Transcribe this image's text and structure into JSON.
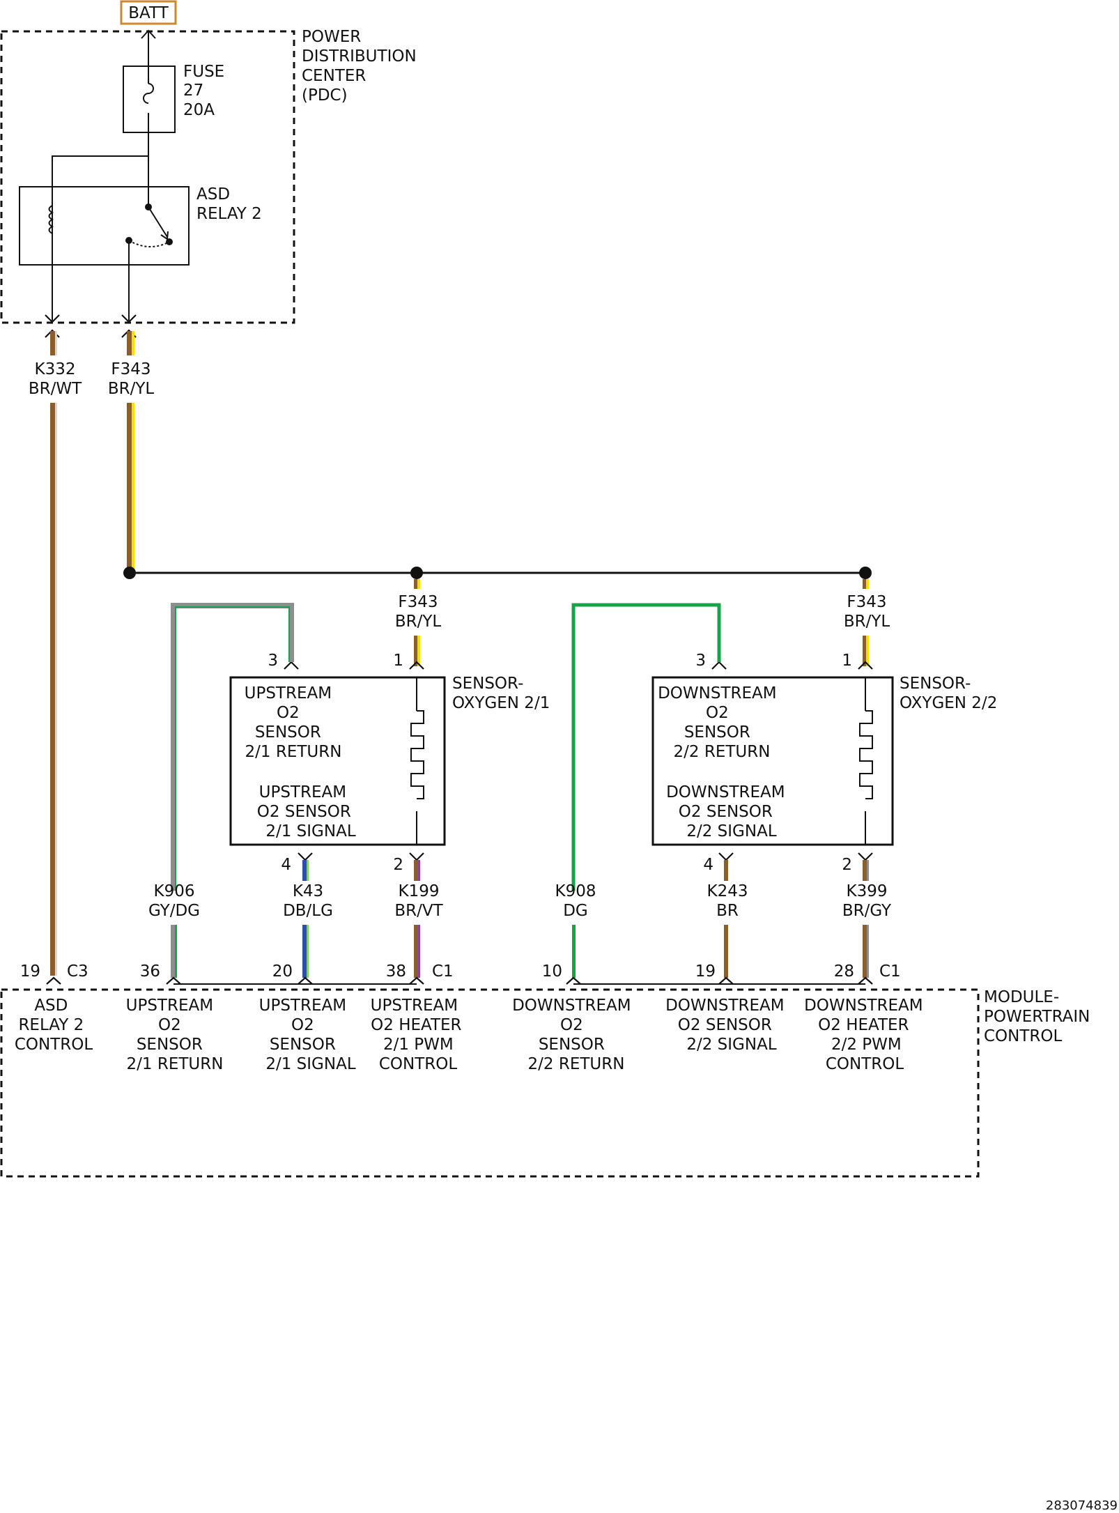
{
  "batt": "BATT",
  "pdc": {
    "title": [
      "POWER",
      "DISTRIBUTION",
      "CENTER",
      "(PDC)"
    ],
    "fuse": [
      "FUSE",
      "27",
      "20A"
    ],
    "relay": [
      "ASD",
      "RELAY 2"
    ]
  },
  "wires": {
    "k332": {
      "circuit": "K332",
      "color": "BR/WT"
    },
    "f343_main": {
      "circuit": "F343",
      "color": "BR/YL"
    },
    "f343_s21": {
      "circuit": "F343",
      "color": "BR/YL"
    },
    "f343_s22": {
      "circuit": "F343",
      "color": "BR/YL"
    },
    "k906": {
      "circuit": "K906",
      "color": "GY/DG"
    },
    "k43": {
      "circuit": "K43",
      "color": "DB/LG"
    },
    "k199": {
      "circuit": "K199",
      "color": "BR/VT"
    },
    "k908": {
      "circuit": "K908",
      "color": "DG"
    },
    "k243": {
      "circuit": "K243",
      "color": "BR"
    },
    "k399": {
      "circuit": "K399",
      "color": "BR/GY"
    }
  },
  "sensor21": {
    "name": [
      "SENSOR-",
      "OXYGEN 2/1"
    ],
    "return": [
      "UPSTREAM",
      "O2",
      "SENSOR",
      "2/1 RETURN"
    ],
    "signal": [
      "UPSTREAM",
      "O2 SENSOR",
      "2/1 SIGNAL"
    ],
    "pins": {
      "p3": "3",
      "p1": "1",
      "p4": "4",
      "p2": "2"
    }
  },
  "sensor22": {
    "name": [
      "SENSOR-",
      "OXYGEN 2/2"
    ],
    "return": [
      "DOWNSTREAM",
      "O2",
      "SENSOR",
      "2/2 RETURN"
    ],
    "signal": [
      "DOWNSTREAM",
      "O2 SENSOR",
      "2/2 SIGNAL"
    ],
    "pins": {
      "p3": "3",
      "p1": "1",
      "p4": "4",
      "p2": "2"
    }
  },
  "pcm": {
    "title": [
      "MODULE-",
      "POWERTRAIN",
      "CONTROL"
    ],
    "connectors": {
      "c3": "C3",
      "c1a": "C1",
      "c1b": "C1"
    },
    "pins": {
      "p19a": "19",
      "p36": "36",
      "p20": "20",
      "p38": "38",
      "p10": "10",
      "p19b": "19",
      "p28": "28"
    },
    "functions": {
      "asd": [
        "ASD",
        "RELAY 2",
        "CONTROL"
      ],
      "up_return": [
        "UPSTREAM",
        "O2",
        "SENSOR",
        "2/1 RETURN"
      ],
      "up_signal": [
        "UPSTREAM",
        "O2",
        "SENSOR",
        "2/1 SIGNAL"
      ],
      "up_heater": [
        "UPSTREAM",
        "O2 HEATER",
        "2/1 PWM",
        "CONTROL"
      ],
      "dn_return": [
        "DOWNSTREAM",
        "O2",
        "SENSOR",
        "2/2 RETURN"
      ],
      "dn_signal": [
        "DOWNSTREAM",
        "O2 SENSOR",
        "2/2 SIGNAL"
      ],
      "dn_heater": [
        "DOWNSTREAM",
        "O2 HEATER",
        "2/2 PWM",
        "CONTROL"
      ]
    }
  },
  "doc_id": "283074839",
  "colors": {
    "brown": "#8b5e2b",
    "yellow": "#f3e200",
    "white": "#d8d8d8",
    "gray": "#8e8e8e",
    "dark_green": "#17a34a",
    "dark_blue": "#2a4fb0",
    "light_green": "#7fd36a",
    "violet": "#8a3fa8",
    "batt_border": "#c98a2f"
  }
}
